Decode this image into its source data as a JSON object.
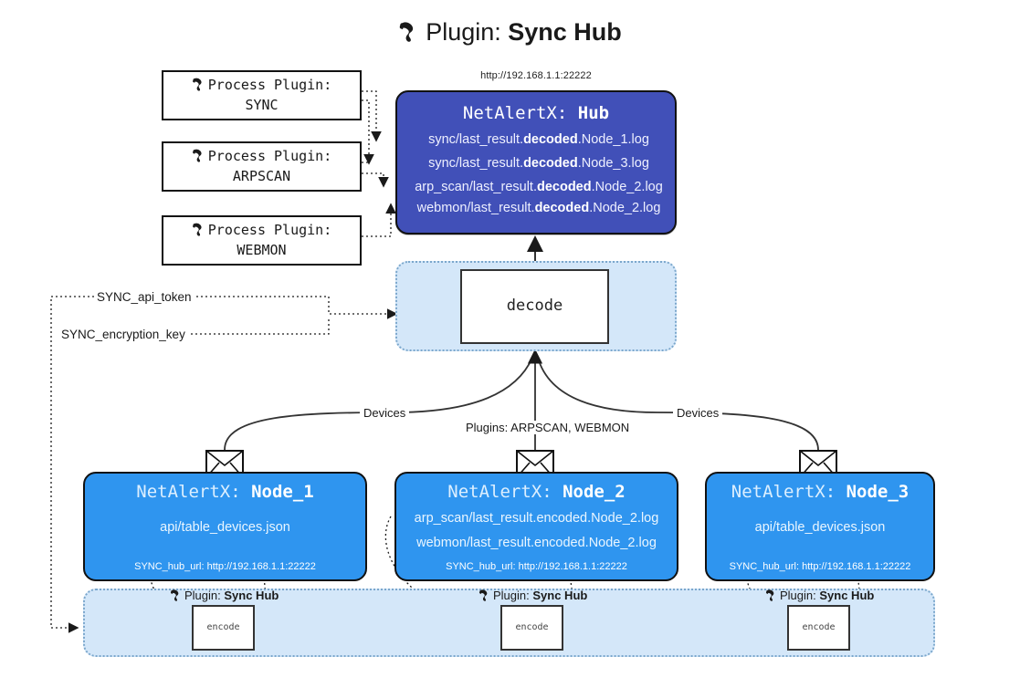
{
  "header": {
    "plug_icon": "plug-icon",
    "lead": "Plugin: ",
    "name": "Sync Hub"
  },
  "hub": {
    "url": "http://192.168.1.1:22222",
    "title_prefix": "NetAlertX: ",
    "title_name": "Hub",
    "lines": [
      {
        "pre": "sync/last_result.",
        "strong": "decoded",
        "post": ".Node_1.log"
      },
      {
        "pre": "sync/last_result.",
        "strong": "decoded",
        "post": ".Node_3.log"
      },
      {
        "pre": "arp_scan/last_result.",
        "strong": "decoded",
        "post": ".Node_2.log"
      },
      {
        "pre": "webmon/last_result.",
        "strong": "decoded",
        "post": ".Node_2.log"
      }
    ]
  },
  "process_plugins": [
    {
      "icon": "plug-icon",
      "line1": "Process Plugin:",
      "line2": "SYNC"
    },
    {
      "icon": "plug-icon",
      "line1": "Process Plugin:",
      "line2": "ARPSCAN"
    },
    {
      "icon": "plug-icon",
      "line1": "Process Plugin:",
      "line2": "WEBMON"
    }
  ],
  "tokens": [
    {
      "label": "SYNC_api_token"
    },
    {
      "label": "SYNC_encryption_key"
    }
  ],
  "decode": {
    "label": "decode"
  },
  "edge_labels": {
    "devices_left": "Devices",
    "devices_right": "Devices",
    "plugins": "Plugins: ARPSCAN, WEBMON"
  },
  "nodes": [
    {
      "icon": "envelope-icon",
      "title_prefix": "NetAlertX: ",
      "title_name": "Node_1",
      "lines": [
        "api/table_devices.json"
      ],
      "footer": "SYNC_hub_url: http://192.168.1.1:22222"
    },
    {
      "icon": "envelope-icon",
      "title_prefix": "NetAlertX: ",
      "title_name": "Node_2",
      "lines": [
        "arp_scan/last_result.encoded.Node_2.log",
        "webmon/last_result.encoded.Node_2.log"
      ],
      "footer": "SYNC_hub_url: http://192.168.1.1:22222"
    },
    {
      "icon": "envelope-icon",
      "title_prefix": "NetAlertX: ",
      "title_name": "Node_3",
      "lines": [
        "api/table_devices.json"
      ],
      "footer": "SYNC_hub_url: http://192.168.1.1:22222"
    }
  ],
  "encoders": [
    {
      "icon": "plug-icon",
      "label_lead": "Plugin: ",
      "label_name": "Sync Hub",
      "box_label": "encode"
    },
    {
      "icon": "plug-icon",
      "label_lead": "Plugin: ",
      "label_name": "Sync Hub",
      "box_label": "encode"
    },
    {
      "icon": "plug-icon",
      "label_lead": "Plugin: ",
      "label_name": "Sync Hub",
      "box_label": "encode"
    }
  ],
  "colors": {
    "hub_fill": "#4150b8",
    "node_fill": "#2f95ef",
    "container_fill": "#d4e7f9",
    "container_border": "#7ba7cc",
    "stroke": "#111111",
    "background": "#ffffff"
  }
}
